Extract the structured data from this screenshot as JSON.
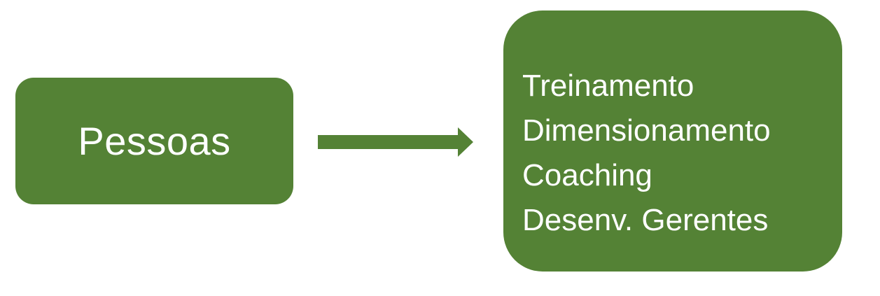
{
  "colors": {
    "box_fill": "#548235",
    "arrow_fill": "#548235",
    "text": "#ffffff",
    "background": "#ffffff"
  },
  "source_box": {
    "label": "Pessoas"
  },
  "arrow": {
    "icon": "right-arrow-icon"
  },
  "target_box": {
    "items": [
      "Treinamento",
      "Dimensionamento",
      "Coaching",
      "Desenv. Gerentes"
    ]
  }
}
